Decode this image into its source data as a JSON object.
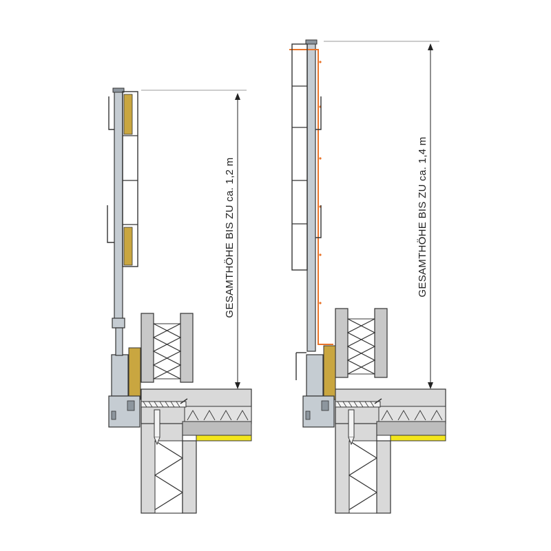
{
  "diagrams": [
    {
      "id": "left",
      "height_label": "GESAMTHÖHE BIS ZU ca. 1,2 m",
      "height_m": 1.2
    },
    {
      "id": "right",
      "height_label": "GESAMTHÖHE BIS ZU ca. 1,4 m",
      "height_m": 1.4
    }
  ],
  "colors": {
    "steel": "#c5ccd2",
    "steel_dark": "#8d969e",
    "line": "#333333",
    "wood": "#c9a640",
    "concrete": "#d9d9d9",
    "insulation": "#c8c8c8",
    "membrane": "#f3e61c",
    "safety_line": "#e8742a"
  }
}
